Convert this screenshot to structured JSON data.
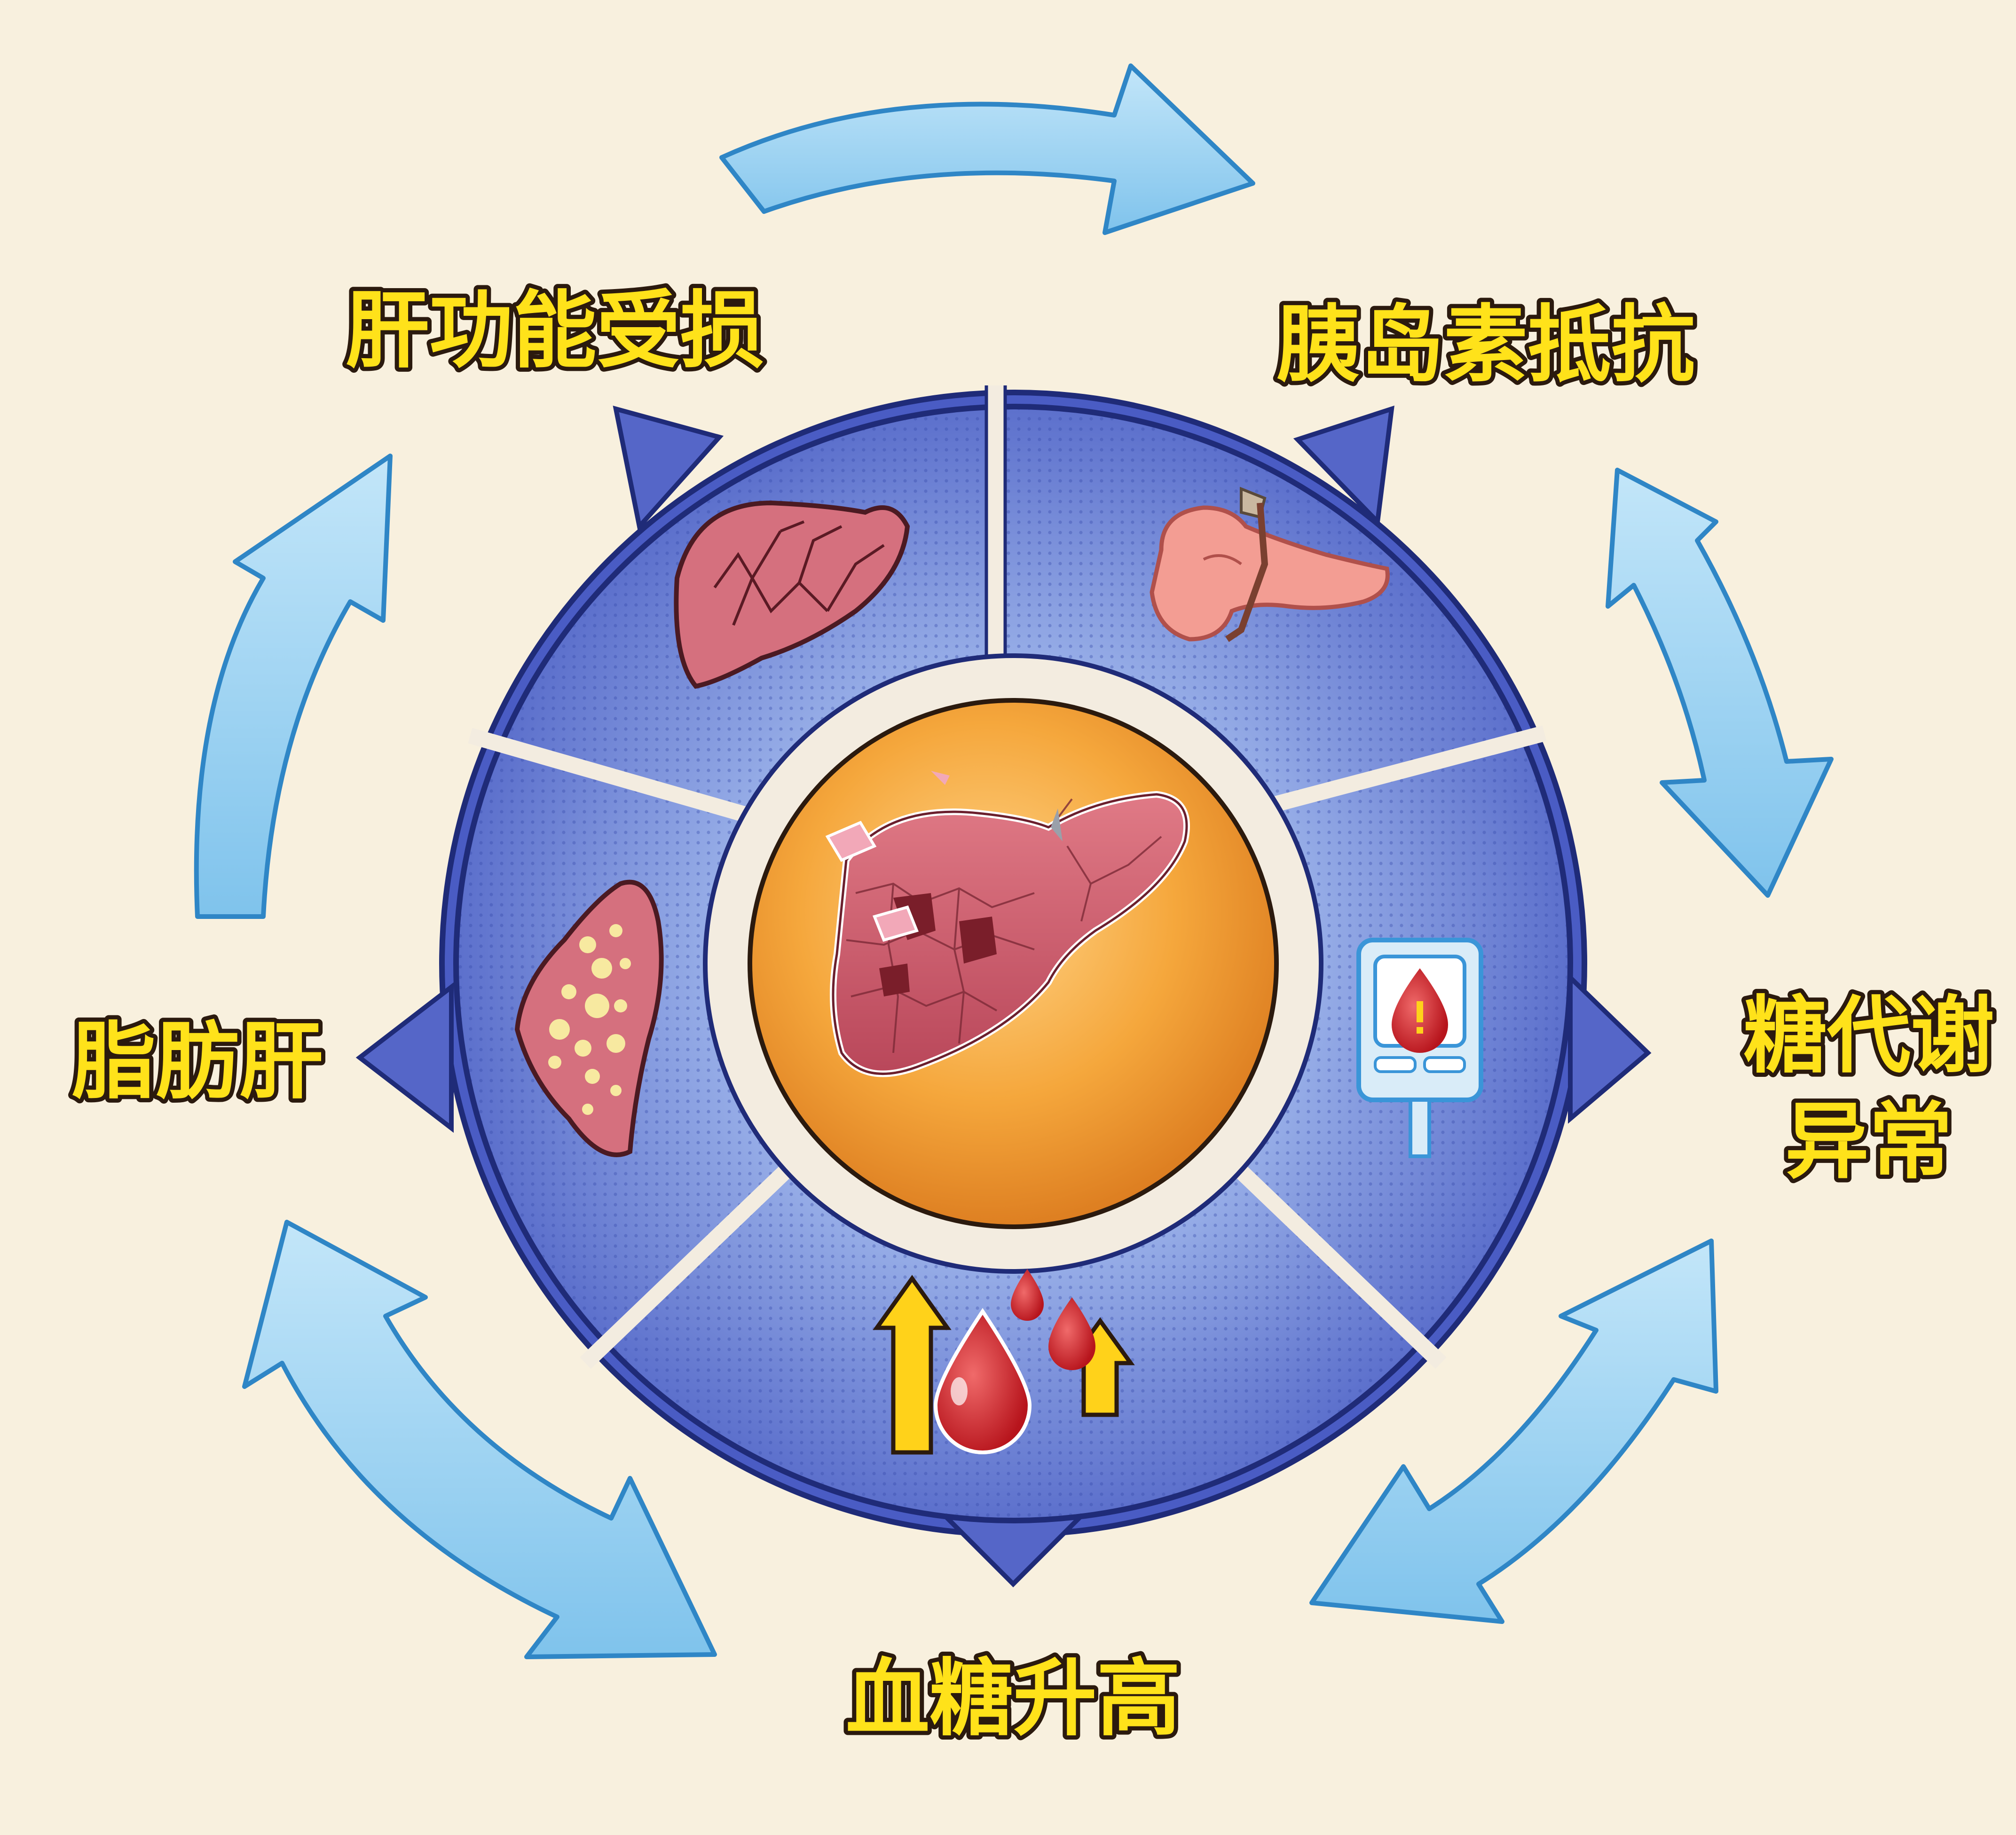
{
  "diagram": {
    "labels": {
      "liver_damage": "肝功能受损",
      "insulin_resistance": "胰岛素抵抗",
      "glucose_metabolism_line1": "糖代谢",
      "glucose_metabolism_line2": "异常",
      "blood_sugar_rise": "血糖升高",
      "fatty_liver": "脂肪肝"
    },
    "icons": {
      "top_left": "damaged-liver-icon",
      "top_right": "pancreas-icon",
      "right": "glucose-meter-icon",
      "bottom": "rising-blood-drops-icon",
      "left": "fatty-liver-icon",
      "center": "cirrhotic-liver-icon"
    },
    "colors": {
      "background": "#f8f0de",
      "ring_dark": "#4a5cc4",
      "ring_light": "#8fa8e4",
      "arrow_fill": "#8fcff0",
      "arrow_stroke": "#2f86c6",
      "center_orange": "#f2a23a",
      "label_yellow": "#ffe21a"
    }
  }
}
